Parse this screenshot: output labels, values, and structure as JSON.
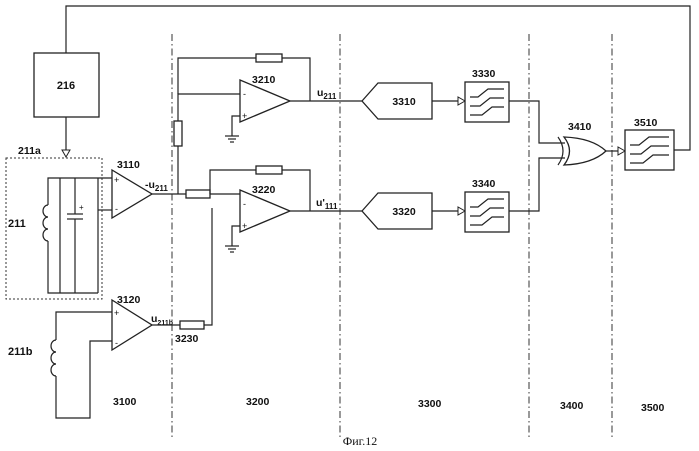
{
  "blocks": {
    "b216": "216",
    "b211a": "211a",
    "b211": "211",
    "b211b": "211b",
    "b3110": "3110",
    "b3120": "3120",
    "b3210": "3210",
    "b3220": "3220",
    "b3230": "3230",
    "b3310": "3310",
    "b3320": "3320",
    "b3330": "3330",
    "b3340": "3340",
    "b3410": "3410",
    "b3510": "3510"
  },
  "signals": {
    "neg_u211": "-u",
    "neg_u211_sub": "211",
    "u211": "u",
    "u211_sub": "211",
    "u111": "u'",
    "u111_sub": "111",
    "u211b": "u",
    "u211b_sub": "211b"
  },
  "sections": [
    "3100",
    "3200",
    "3300",
    "3400",
    "3500"
  ],
  "caption": "Фиг.12"
}
